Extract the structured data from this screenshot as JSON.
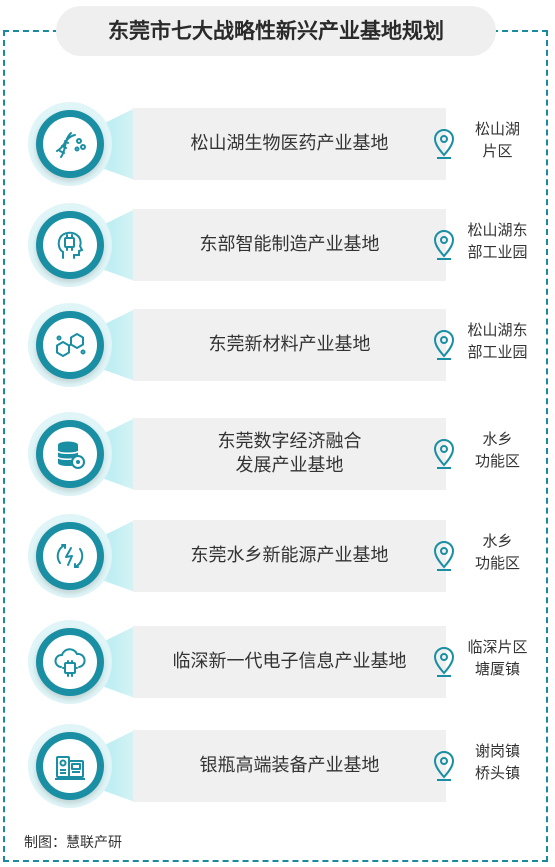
{
  "title": "东莞市七大战略性新兴产业基地规划",
  "bases": [
    {
      "name": "松山湖生物医药产业基地",
      "icon": "dna-icon",
      "location_line1": "松山湖",
      "location_line2": "片区"
    },
    {
      "name": "东部智能制造产业基地",
      "icon": "ai-head-icon",
      "location_line1": "松山湖东",
      "location_line2": "部工业园"
    },
    {
      "name": "东莞新材料产业基地",
      "icon": "molecule-icon",
      "location_line1": "松山湖东",
      "location_line2": "部工业园"
    },
    {
      "name_line1": "东莞数字经济融合",
      "name_line2": "发展产业基地",
      "icon": "database-icon",
      "location_line1": "水乡",
      "location_line2": "功能区"
    },
    {
      "name": "东莞水乡新能源产业基地",
      "icon": "renewable-energy-icon",
      "location_line1": "水乡",
      "location_line2": "功能区"
    },
    {
      "name": "临深新一代电子信息产业基地",
      "icon": "cloud-chip-icon",
      "location_line1": "临深片区",
      "location_line2": "塘厦镇"
    },
    {
      "name": "银瓶高端装备产业基地",
      "icon": "machine-equipment-icon",
      "location_line1": "谢岗镇",
      "location_line2": "桥头镇"
    }
  ],
  "credit": "制图：慧联产研",
  "colors": {
    "accent": "#1a8fa4",
    "frame": "#1b8a9e",
    "bar": "#f0f0f0"
  }
}
